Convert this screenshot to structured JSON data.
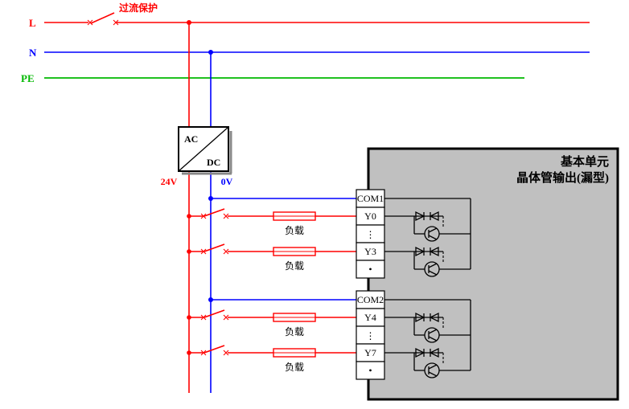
{
  "rails": {
    "l": "L",
    "n": "N",
    "pe": "PE"
  },
  "breaker_label": "过流保护",
  "converter": {
    "ac": "AC",
    "dc": "DC",
    "out_pos": "24V",
    "out_neg": "0V"
  },
  "unit": {
    "title_line1": "基本单元",
    "title_line2": "晶体管输出(漏型)"
  },
  "terminals": {
    "group1": [
      "COM1",
      "Y0",
      "⋮",
      "Y3",
      "•"
    ],
    "group2": [
      "COM2",
      "Y4",
      "⋮",
      "Y7",
      "•"
    ]
  },
  "load_label": "负载",
  "colors": {
    "line_red": "#ff0000",
    "line_blue": "#0000ff",
    "line_green": "#00b800",
    "unit_box_fill": "#c0c0c0",
    "text_black": "#000000"
  }
}
